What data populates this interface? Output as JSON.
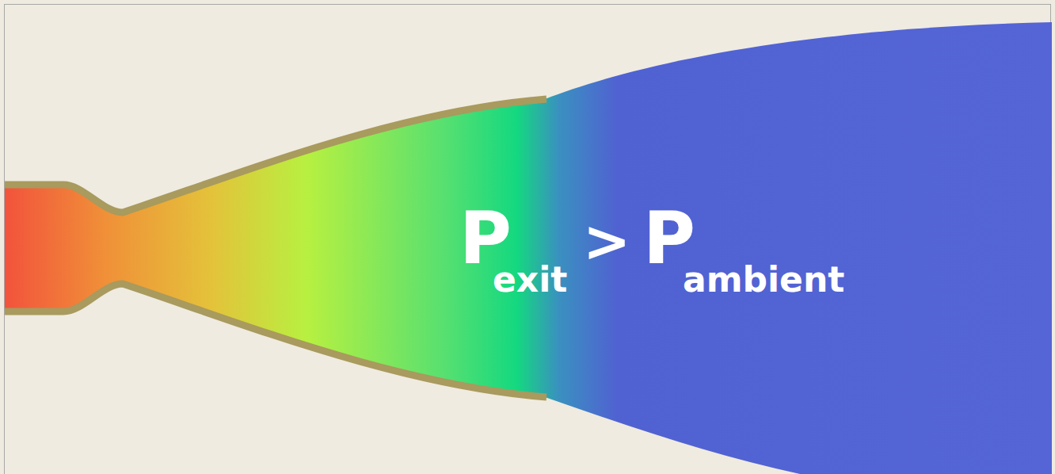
{
  "diagram": {
    "labels": [
      "P",
      "exit",
      ">",
      "P",
      "ambient"
    ]
  }
}
